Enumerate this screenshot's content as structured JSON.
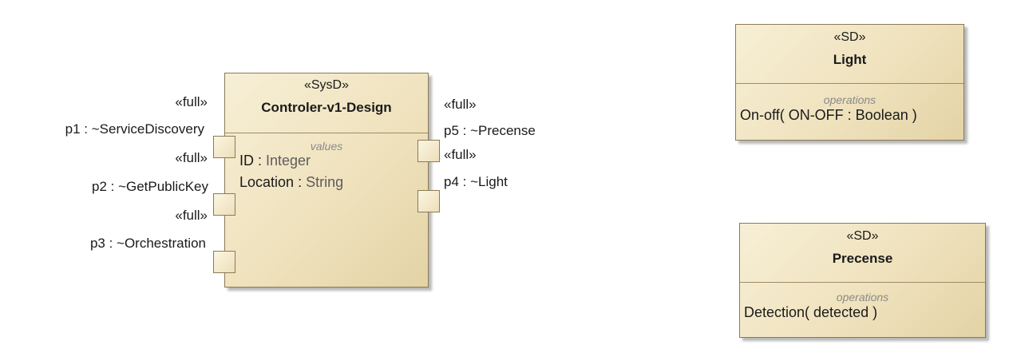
{
  "controller": {
    "stereotype": "«SysD»",
    "name": "Controler-v1-Design",
    "values_label": "values",
    "properties": [
      {
        "name": "ID",
        "sep": " : ",
        "type": "Integer"
      },
      {
        "name": "Location",
        "sep": " : ",
        "type": "String"
      }
    ]
  },
  "ports": [
    {
      "stereotype": "«full»",
      "label": "p1 : ~ServiceDiscovery"
    },
    {
      "stereotype": "«full»",
      "label": "p2 : ~GetPublicKey"
    },
    {
      "stereotype": "«full»",
      "label": "p3 : ~Orchestration"
    },
    {
      "stereotype": "«full»",
      "label": "p5 : ~Precense"
    },
    {
      "stereotype": "«full»",
      "label": "p4 : ~Light"
    }
  ],
  "light": {
    "stereotype": "«SD»",
    "name": "Light",
    "ops_label": "operations",
    "operation": "On-off( ON-OFF  : Boolean )"
  },
  "precense": {
    "stereotype": "«SD»",
    "name": "Precense",
    "ops_label": "operations",
    "operation": "Detection( detected )"
  },
  "colors": {
    "block_fill_light": "#f7efd6",
    "block_fill_dark": "#e3d3a6",
    "block_border": "#8c7a55",
    "compartment_label": "#8a8a8a"
  }
}
